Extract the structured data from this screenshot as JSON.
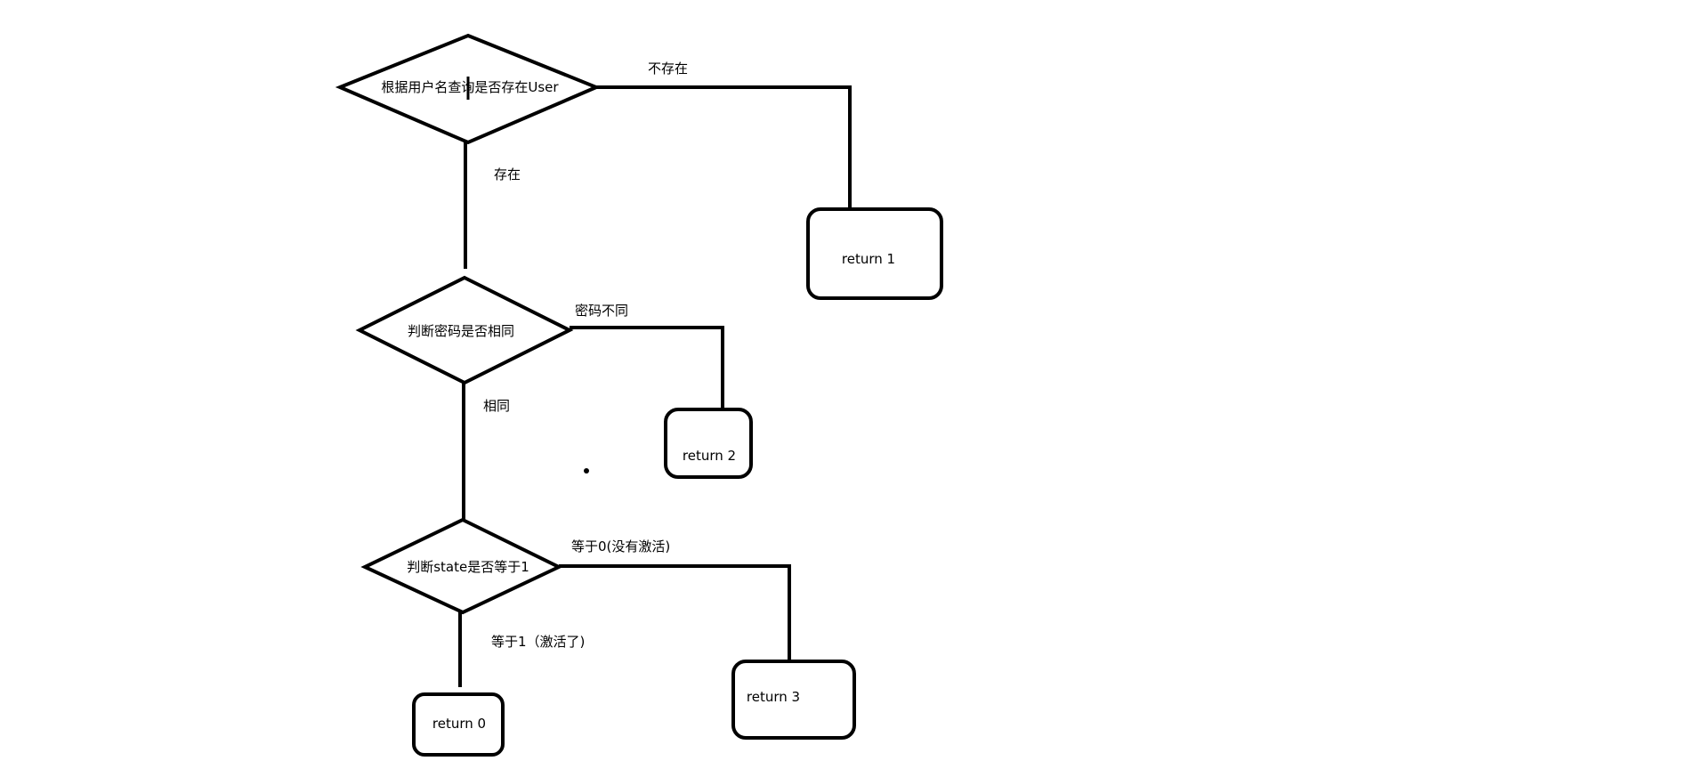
{
  "diagram": {
    "type": "flowchart",
    "decisions": {
      "d1": "根据用户名查询是否存在User",
      "d2": "判断密码是否相同",
      "d3": "判断state是否等于1"
    },
    "results": {
      "r1": "return 1",
      "r2": "return 2",
      "r3": "return 3",
      "r0": "return 0"
    },
    "edges": {
      "d1_no": "不存在",
      "d1_yes": "存在",
      "d2_no": "密码不同",
      "d2_yes": "相同",
      "d3_no": "等于0(没有激活)",
      "d3_yes": "等于1（激活了)"
    },
    "colors": {
      "stroke": "#000000",
      "background": "#ffffff"
    }
  }
}
